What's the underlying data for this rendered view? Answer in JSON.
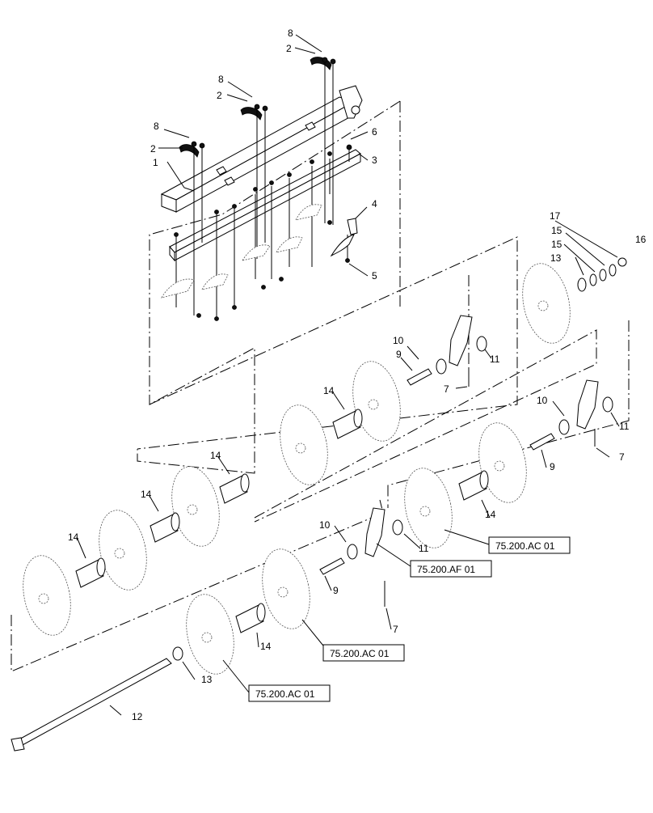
{
  "callouts": [
    "1",
    "2",
    "3",
    "4",
    "5",
    "6",
    "7",
    "8",
    "9",
    "10",
    "11",
    "12",
    "13",
    "14",
    "15",
    "16",
    "17"
  ],
  "references": {
    "ref_ac_top": "75.200.AC 01",
    "ref_af": "75.200.AF 01",
    "ref_ac_mid": "75.200.AC 01",
    "ref_ac_bottom": "75.200.AC 01"
  }
}
